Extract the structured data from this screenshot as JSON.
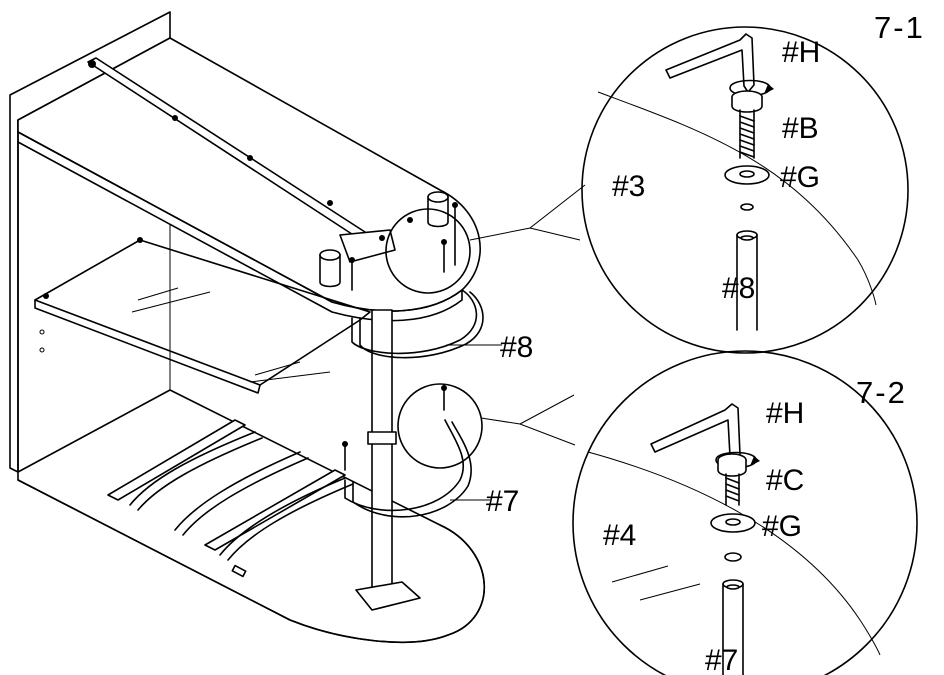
{
  "callout_7_1": {
    "step": "7-1",
    "hex_key": "#H",
    "bolt": "#B",
    "washer": "#G",
    "panel": "#3",
    "tube": "#8"
  },
  "callout_7_2": {
    "step": "7-2",
    "hex_key": "#H",
    "bolt": "#C",
    "washer": "#G",
    "panel": "#4",
    "tube": "#7"
  },
  "main": {
    "label_upper_rail": "#8",
    "label_lower_rail": "#7"
  }
}
